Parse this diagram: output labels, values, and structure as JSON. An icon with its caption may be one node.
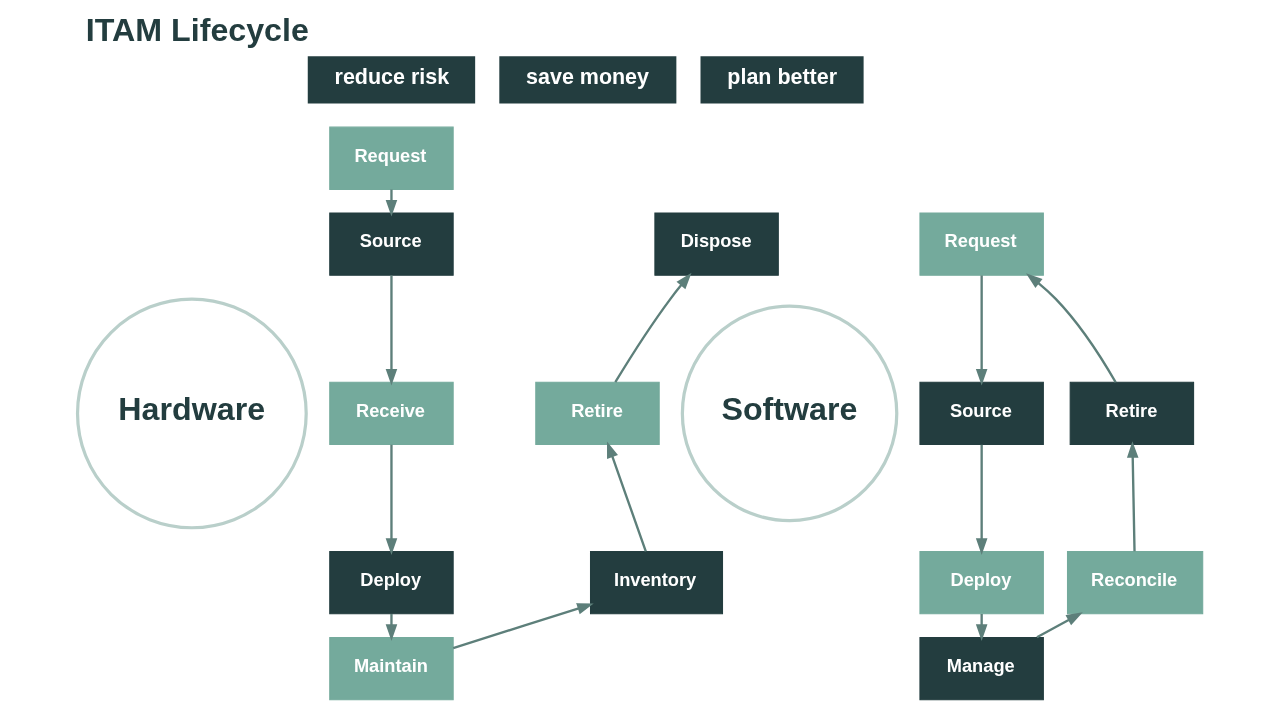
{
  "diagram": {
    "title": "ITAM Lifecycle",
    "nodes": [
      {
        "text": [
          "Hardware"
        ]
      },
      {
        "text": [
          "Request"
        ]
      },
      {
        "text": [
          "Source"
        ]
      },
      {
        "text": [
          "Receive"
        ]
      },
      {
        "text": [
          "Deploy"
        ]
      },
      {
        "text": [
          "Maintain"
        ]
      },
      {
        "text": [
          "Inventory"
        ]
      },
      {
        "text": [
          "Retire"
        ]
      },
      {
        "text": [
          "Dispose"
        ]
      },
      {
        "text": [
          "Software"
        ]
      },
      {
        "text": [
          "Request"
        ]
      },
      {
        "text": [
          "Source"
        ]
      },
      {
        "text": [
          "Deploy"
        ]
      },
      {
        "text": [
          "Manage"
        ]
      },
      {
        "text": [
          "Reconcile"
        ]
      },
      {
        "text": [
          "Retire"
        ]
      }
    ],
    "edges": [
      {
        "from": 1,
        "to": 2,
        "arrow": "to"
      },
      {
        "from": 2,
        "to": 3,
        "arrow": "to"
      },
      {
        "from": 3,
        "to": 4,
        "arrow": "to"
      },
      {
        "from": 4,
        "to": 5,
        "arrow": "to"
      },
      {
        "from": 5,
        "to": 6,
        "arrow": "to"
      },
      {
        "from": 6,
        "to": 7,
        "arrow": "to"
      },
      {
        "from": 7,
        "to": 8,
        "arrow": "to"
      },
      {
        "from": 10,
        "to": 11,
        "arrow": "to"
      },
      {
        "from": 11,
        "to": 12,
        "arrow": "to"
      },
      {
        "from": 12,
        "to": 13,
        "arrow": "to"
      },
      {
        "from": 13,
        "to": 14,
        "arrow": "to"
      },
      {
        "from": 14,
        "to": 15,
        "arrow": "to"
      },
      {
        "from": 15,
        "to": 10,
        "arrow": "to"
      }
    ],
    "labels": [
      "reduce risk",
      "save money",
      "plan better"
    ]
  }
}
